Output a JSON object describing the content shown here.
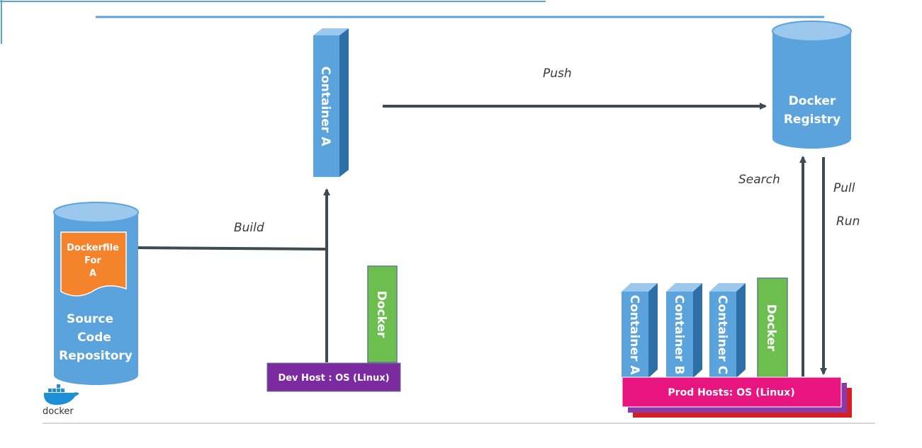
{
  "labels": {
    "build": "Build",
    "push": "Push",
    "search": "Search",
    "pull": "Pull",
    "run": "Run"
  },
  "nodes": {
    "source_repo": {
      "line1": "Source",
      "line2": "Code",
      "line3": "Repository"
    },
    "dockerfile": {
      "line1": "Dockerfile",
      "line2": "For",
      "line3": "A"
    },
    "dev_container": "Container A",
    "dev_docker": "Docker",
    "dev_host": "Dev Host :  OS (Linux)",
    "registry": {
      "line1": "Docker",
      "line2": "Registry"
    },
    "prod_container_a": "Container A",
    "prod_container_b": "Container B",
    "prod_container_c": "Container C",
    "prod_docker": "Docker",
    "prod_hosts": "Prod Hosts: OS  (Linux)",
    "docker_logo_text": "docker"
  },
  "colors": {
    "cylinder_blue": "#5ba3dc",
    "cylinder_top": "#9cc8ee",
    "container_blue": "#5ba3dc",
    "container_dark": "#2f6fa8",
    "docker_green": "#6cbf4e",
    "dev_host_purple": "#7b2aa0",
    "prod_host_pink": "#e8147f",
    "prod_host_purple": "#8a3aa8",
    "prod_host_red": "#d51f24",
    "dockerfile_orange": "#f5832b",
    "arrow": "#3f4b53",
    "header_line": "#5ba3dc",
    "footer_line": "#c8c8c8"
  }
}
